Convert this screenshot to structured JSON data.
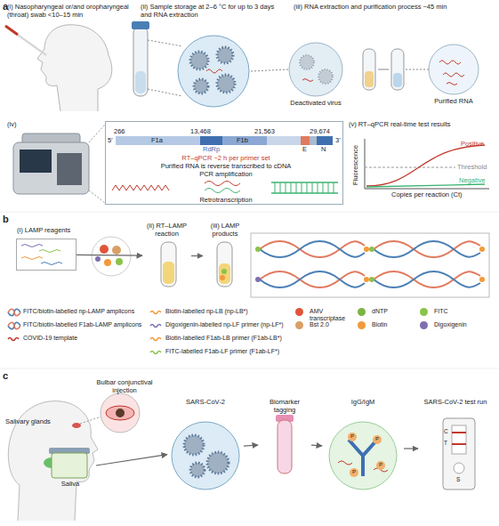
{
  "diagram": {
    "nodes": [
      {
        "text": [
          "(i) Nasopharyngeal or/and oropharyngeal (throat) swab <10–15 min"
        ]
      },
      {
        "text": [
          "(ii) Sample storage at 2–6 °C for up to 3 days and RNA extraction"
        ]
      },
      {
        "text": [
          "(iii) RNA extraction and purification process ~45 min"
        ]
      },
      {
        "text": [
          "Deactivated virus"
        ]
      },
      {
        "text": [
          "Purified RNA"
        ]
      },
      {
        "text": [
          "(iv)"
        ]
      },
      {
        "text": [
          "RT–qPCR ~2 h per primer set",
          "Purified RNA is reverse transcribed to cDNA",
          "PCR amplification",
          "Retrotranscription"
        ]
      },
      {
        "text": [
          "(v) RT–qPCR real-time test results"
        ]
      },
      {
        "text": [
          "(i) LAMP reagents"
        ]
      },
      {
        "text": [
          "(ii) RT–LAMP reaction"
        ]
      },
      {
        "text": [
          "(iii) LAMP products"
        ]
      },
      {
        "text": [
          "Saliva"
        ]
      },
      {
        "text": [
          "SARS-CoV-2"
        ]
      },
      {
        "text": [
          "Biomarker tagging"
        ]
      },
      {
        "text": [
          "IgG/IgM"
        ]
      },
      {
        "text": [
          "SARS-CoV-2 test run"
        ]
      }
    ],
    "edges": [
      {
        "from": 8,
        "to": 9,
        "arrow": "to"
      },
      {
        "from": 9,
        "to": 10,
        "arrow": "to"
      },
      {
        "from": 11,
        "to": 12,
        "arrow": "to"
      },
      {
        "from": 12,
        "to": 13,
        "arrow": "to"
      },
      {
        "from": 13,
        "to": 14,
        "arrow": "to"
      },
      {
        "from": 14,
        "to": 15,
        "arrow": "to"
      }
    ],
    "labels": [
      "a",
      "b",
      "c",
      "5'",
      "266",
      "13,468",
      "21,563",
      "29,674",
      "3'",
      "F1a",
      "F1b",
      "RdRp",
      "E",
      "N",
      "Positive",
      "Threshold",
      "Negative",
      "Fluorescence",
      "Copies per reaction (Ct)",
      "Salivary glands",
      "Bulbar conjunctival injection",
      "C",
      "T",
      "S",
      "P",
      "P",
      "P",
      "P"
    ],
    "legend": [
      {
        "text": "FITC/biotin-labelled np-LAMP amplicons"
      },
      {
        "text": "Biotin-labelled np-LB (np-LB*)"
      },
      {
        "text": "AMV transcriptase",
        "color": "#e0553a"
      },
      {
        "text": "dNTP",
        "color": "#7cb342"
      },
      {
        "text": "FITC",
        "color": "#8bc34a"
      },
      {
        "text": "FITC/biotin-labelled F1ab-LAMP amplicons"
      },
      {
        "text": "Digoxigenin-labelled np-LF primer (np-LF*)"
      },
      {
        "text": "Bst 2.0",
        "color": "#d9a066"
      },
      {
        "text": "Biotin",
        "color": "#f29a3a"
      },
      {
        "text": "Digoxigenin",
        "color": "#7e6fb0"
      },
      {
        "text": "COVID-19 template"
      },
      {
        "text": "Biotin-labelled F1ab-LB primer (F1ab-LB*)"
      },
      {
        "text": "FITC-labelled F1ab-LF primer (F1ab-LF*)"
      }
    ]
  }
}
